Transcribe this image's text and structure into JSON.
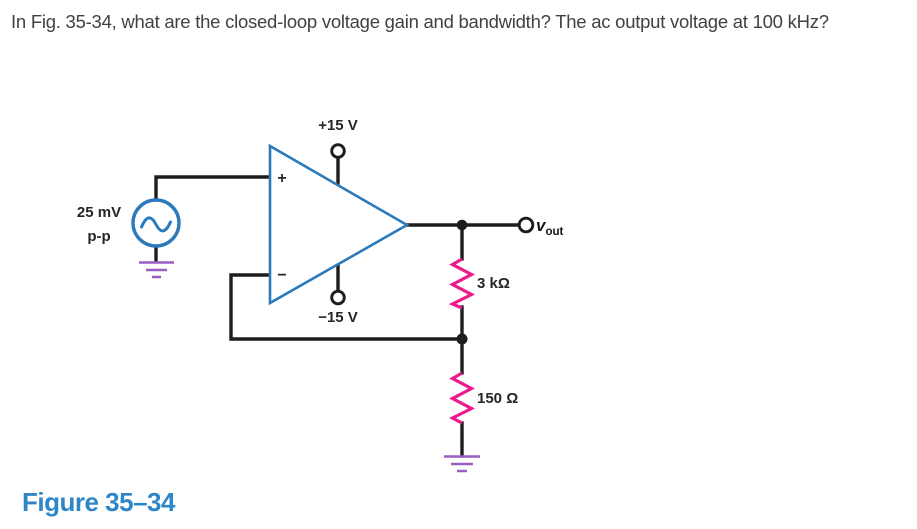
{
  "question": {
    "text": "In Fig. 35-34, what are the closed-loop voltage gain and bandwidth? The ac output voltage at 100 kHz?"
  },
  "figure": {
    "caption": "Figure 35–34",
    "source": {
      "amplitude": "25 mV",
      "suffix": "p-p"
    },
    "opamp": {
      "noninverting_input": "+",
      "inverting_input": "−",
      "positive_supply": "+15 V",
      "negative_supply": "−15 V"
    },
    "output": {
      "symbol": "v",
      "subscript": "out"
    },
    "resistors": [
      {
        "label": "3 kΩ"
      },
      {
        "label": "150 Ω"
      }
    ],
    "colors": {
      "circuit_blue": "#2b7abc",
      "resistor_magenta": "#ec1a8d",
      "ground_purple": "#9a5ec2",
      "wire_black": "#1d1d1d",
      "caption_blue": "#2e86c8",
      "question_gray": "#414141"
    }
  }
}
